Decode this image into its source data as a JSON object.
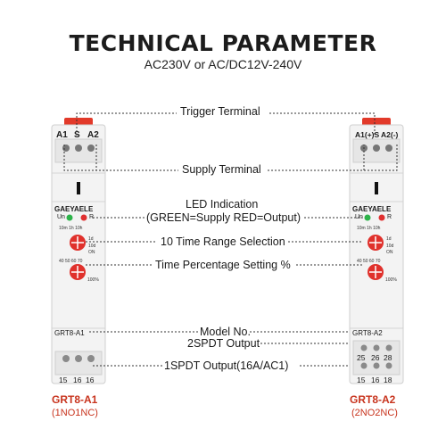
{
  "header": {
    "title": "TECHNICAL PARAMETER",
    "subtitle": "AC230V or AC/DC12V-240V"
  },
  "callouts": {
    "trigger_terminal": "Trigger Terminal",
    "supply_terminal": "Supply Terminal",
    "led_indication_line1": "LED Indication",
    "led_indication_line2": "(GREEN=Supply   RED=Output)",
    "time_range": "10 Time Range Selection",
    "time_percentage": "Time Percentage Setting %",
    "model_no": "Model No.",
    "spdt2": "2SPDT Output",
    "spdt1": "1SPDT Output(16A/AC1)"
  },
  "relay_left": {
    "brand": "GAEYAELE",
    "model_print": "GRT8-A1",
    "top_terminals": [
      "A1",
      "S",
      "A2"
    ],
    "bottom_terminals": [
      "15",
      "16",
      "16"
    ],
    "led_un": "Un",
    "led_r": "R",
    "caption_model": "GRT8-A1",
    "caption_sub": "(1NO1NC)"
  },
  "relay_right": {
    "brand": "GAEYAELE",
    "model_print": "GRT8-A2",
    "top_terminals": [
      "A1(+)S",
      "A2(-)"
    ],
    "bottom_terminals_row1": [
      "25",
      "26",
      "28"
    ],
    "bottom_terminals_row2": [
      "15",
      "16",
      "18"
    ],
    "led_un": "Un",
    "led_r": "R",
    "caption_model": "GRT8-A2",
    "caption_sub": "(2NO2NC)"
  },
  "colors": {
    "accent_red": "#c8341e",
    "knob_red": "#e0312c",
    "led_green": "#2db34a",
    "led_red": "#e03030",
    "housing": "#f2f2f2"
  }
}
